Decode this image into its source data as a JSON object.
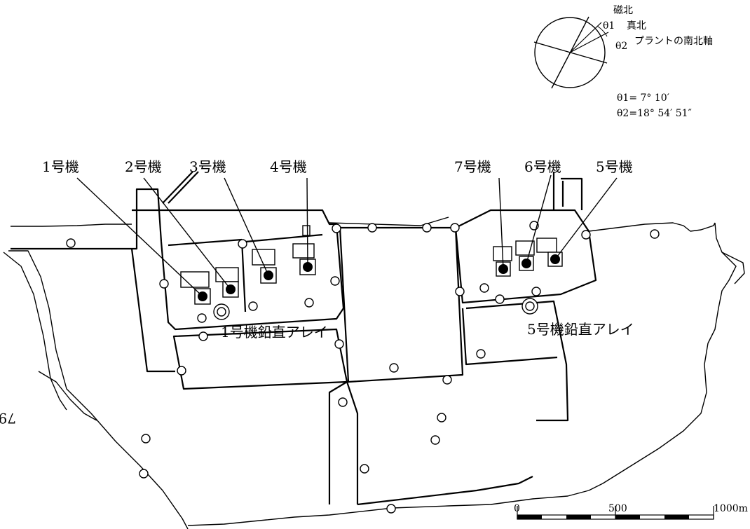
{
  "compass": {
    "magnetic_north": "磁北",
    "theta1": "θ1",
    "true_north": "真北",
    "theta2": "θ2",
    "plant_axis": "プラントの南北軸",
    "theta1_value": "θ1= 7° 10′",
    "theta2_value": "θ2=18° 54′ 51″"
  },
  "units": {
    "unit1": "1号機",
    "unit2": "2号機",
    "unit3": "3号機",
    "unit4": "4号機",
    "unit5": "5号機",
    "unit6": "6号機",
    "unit7": "7号機"
  },
  "arrays": {
    "array1": "1号機鉛直アレイ",
    "array5": "5号機鉛直アレイ"
  },
  "side_label": "79",
  "scale": {
    "zero": "0",
    "mid": "500",
    "max": "1000m"
  },
  "legend_markers": {
    "reactor": "filled-circle",
    "observation_point": "open-circle",
    "vertical_array": "double-circle"
  }
}
